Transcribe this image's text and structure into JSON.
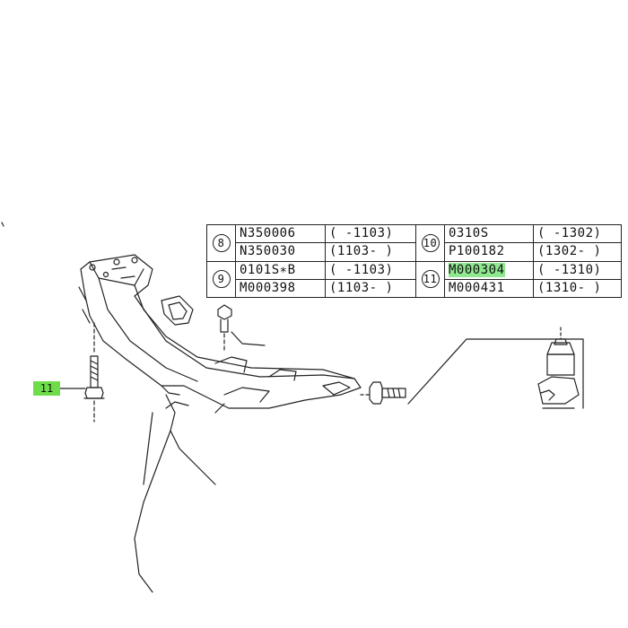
{
  "table": {
    "rows": [
      {
        "ref": "8",
        "part": "N350006",
        "range": "( -1103)"
      },
      {
        "ref": "8",
        "part": "N350030",
        "range": "(1103- )"
      },
      {
        "ref": "9",
        "part": "0101S∗B",
        "range": "( -1103)"
      },
      {
        "ref": "9",
        "part": "M000398",
        "range": "(1103- )"
      }
    ],
    "rows_right": [
      {
        "ref": "10",
        "part": "0310S",
        "range": "( -1302)"
      },
      {
        "ref": "10",
        "part": "P100182",
        "range": "(1302- )"
      },
      {
        "ref": "11",
        "part": "M000304",
        "range": "( -1310)"
      },
      {
        "ref": "11",
        "part": "M000431",
        "range": "(1310- )"
      }
    ],
    "refs": {
      "left_top": "8",
      "left_bottom": "9",
      "right_top": "10",
      "right_bottom": "11"
    }
  },
  "callout": {
    "label": "11"
  },
  "colors": {
    "highlight": "#8fe88f",
    "callout": "#6fdc4a",
    "line": "#222222"
  }
}
